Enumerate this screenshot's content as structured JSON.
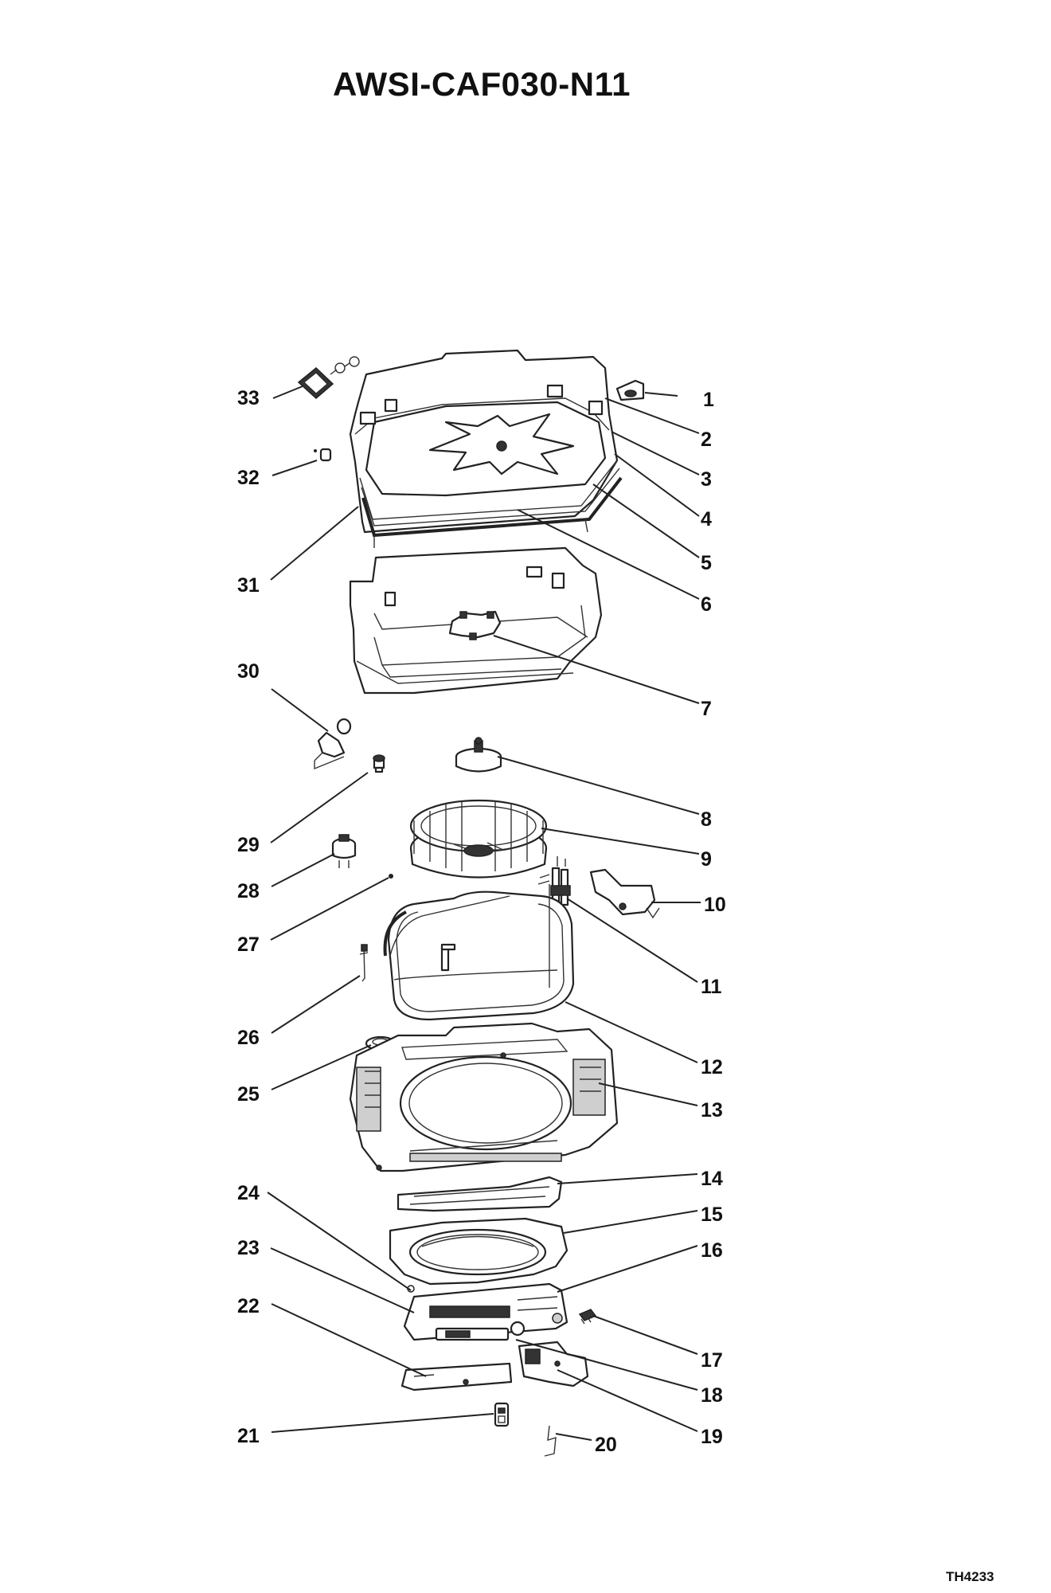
{
  "title": "AWSI-CAF030-N11",
  "drawing_code": "TH4233",
  "callouts": [
    {
      "id": "1",
      "text": "1"
    },
    {
      "id": "2",
      "text": "2"
    },
    {
      "id": "3",
      "text": "3"
    },
    {
      "id": "4",
      "text": "4"
    },
    {
      "id": "5",
      "text": "5"
    },
    {
      "id": "6",
      "text": "6"
    },
    {
      "id": "7",
      "text": "7"
    },
    {
      "id": "8",
      "text": "8"
    },
    {
      "id": "9",
      "text": "9"
    },
    {
      "id": "10",
      "text": "10"
    },
    {
      "id": "11",
      "text": "11"
    },
    {
      "id": "12",
      "text": "12"
    },
    {
      "id": "13",
      "text": "13"
    },
    {
      "id": "14",
      "text": "14"
    },
    {
      "id": "15",
      "text": "15"
    },
    {
      "id": "16",
      "text": "16"
    },
    {
      "id": "17",
      "text": "17"
    },
    {
      "id": "18",
      "text": "18"
    },
    {
      "id": "19",
      "text": "19"
    },
    {
      "id": "20",
      "text": "20"
    },
    {
      "id": "21",
      "text": "21"
    },
    {
      "id": "22",
      "text": "22"
    },
    {
      "id": "23",
      "text": "23"
    },
    {
      "id": "24",
      "text": "24"
    },
    {
      "id": "25",
      "text": "25"
    },
    {
      "id": "26",
      "text": "26"
    },
    {
      "id": "27",
      "text": "27"
    },
    {
      "id": "28",
      "text": "28"
    },
    {
      "id": "29",
      "text": "29"
    },
    {
      "id": "30",
      "text": "30"
    },
    {
      "id": "31",
      "text": "31"
    },
    {
      "id": "32",
      "text": "32"
    },
    {
      "id": "33",
      "text": "33"
    }
  ]
}
